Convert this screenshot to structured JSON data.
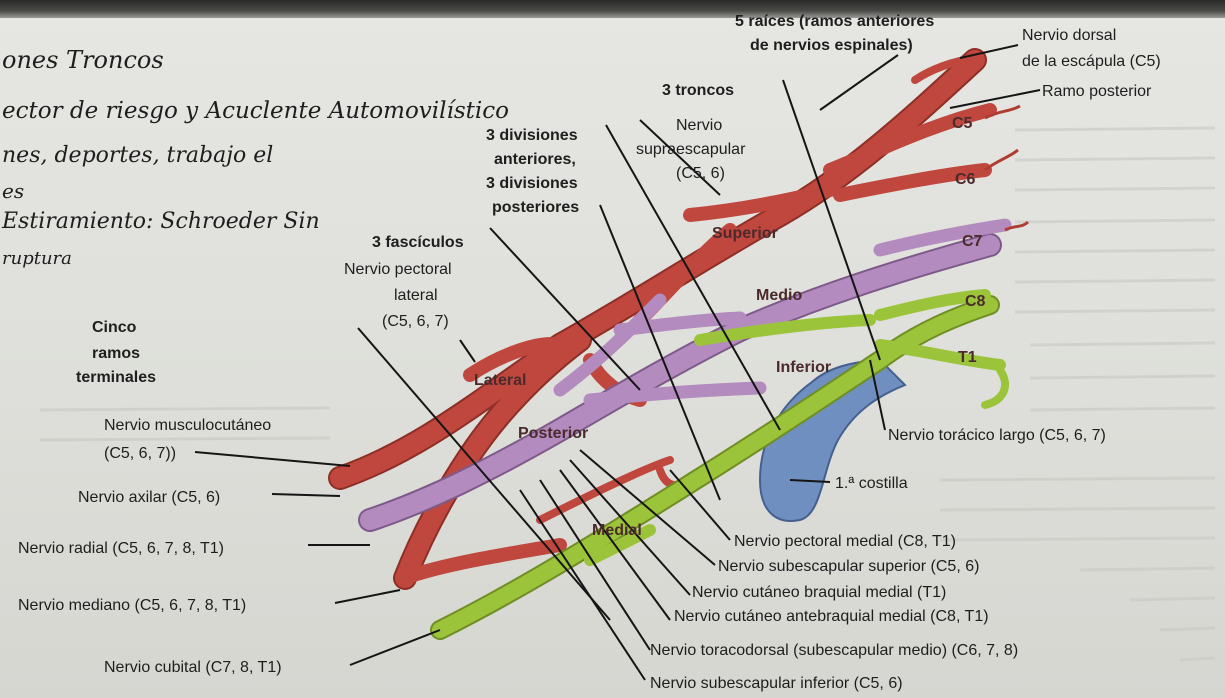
{
  "handwritten_notes": [
    "ones Troncos",
    "ector de riesgo y Acuclente Automovilístico",
    "nes, deportes, trabajo el",
    "es",
    "Estiramiento: Schroeder Sin",
    "ruptura"
  ],
  "headers": {
    "raices": "5 raíces (ramos anteriores de nervios espinales)",
    "troncos": "3 troncos",
    "divisiones": "3 divisiones anteriores, 3 divisiones posteriores",
    "fasciculos": "3 fascículos",
    "ramos_terminales": "Cinco ramos terminales"
  },
  "labels": {
    "dorsal_escapula": "Nervio dorsal de la escápula (C5)",
    "ramo_posterior": "Ramo posterior",
    "supraescapular": "Nervio supraescapular (C5, 6)",
    "pectoral_lateral": "Nervio pectoral lateral (C5, 6, 7)",
    "toracico_largo": "Nervio torácico largo (C5, 6, 7)",
    "costilla": "1.ª costilla",
    "musculocutaneo": "Nervio musculocutáneo (C5, 6, 7))",
    "axilar": "Nervio axilar (C5, 6)",
    "radial": "Nervio radial (C5, 6, 7, 8, T1)",
    "mediano": "Nervio mediano (C5, 6, 7, 8, T1)",
    "cubital": "Nervio cubital (C7, 8, T1)",
    "pectoral_medial": "Nervio pectoral medial (C8, T1)",
    "subescapular_superior": "Nervio subescapular superior (C5, 6)",
    "cutaneo_braquial": "Nervio cutáneo braquial medial (T1)",
    "cutaneo_antebraquial": "Nervio cutáneo antebraquial medial (C8, T1)",
    "toracodorsal": "Nervio toracodorsal (subescapular medio) (C6, 7, 8)",
    "subescapular_inferior": "Nervio subescapular inferior (C5, 6)"
  },
  "roots": [
    "C5",
    "C6",
    "C7",
    "C8",
    "T1"
  ],
  "trunks": [
    "Superior",
    "Medio",
    "Inferior"
  ],
  "cords": [
    "Lateral",
    "Posterior",
    "Medial"
  ],
  "colors": {
    "red_nerve": "#c0473d",
    "purple_nerve": "#b48bbf",
    "green_nerve": "#9cc43a",
    "blue_rib": "#6f8fc0",
    "page": "#e2e2de"
  }
}
